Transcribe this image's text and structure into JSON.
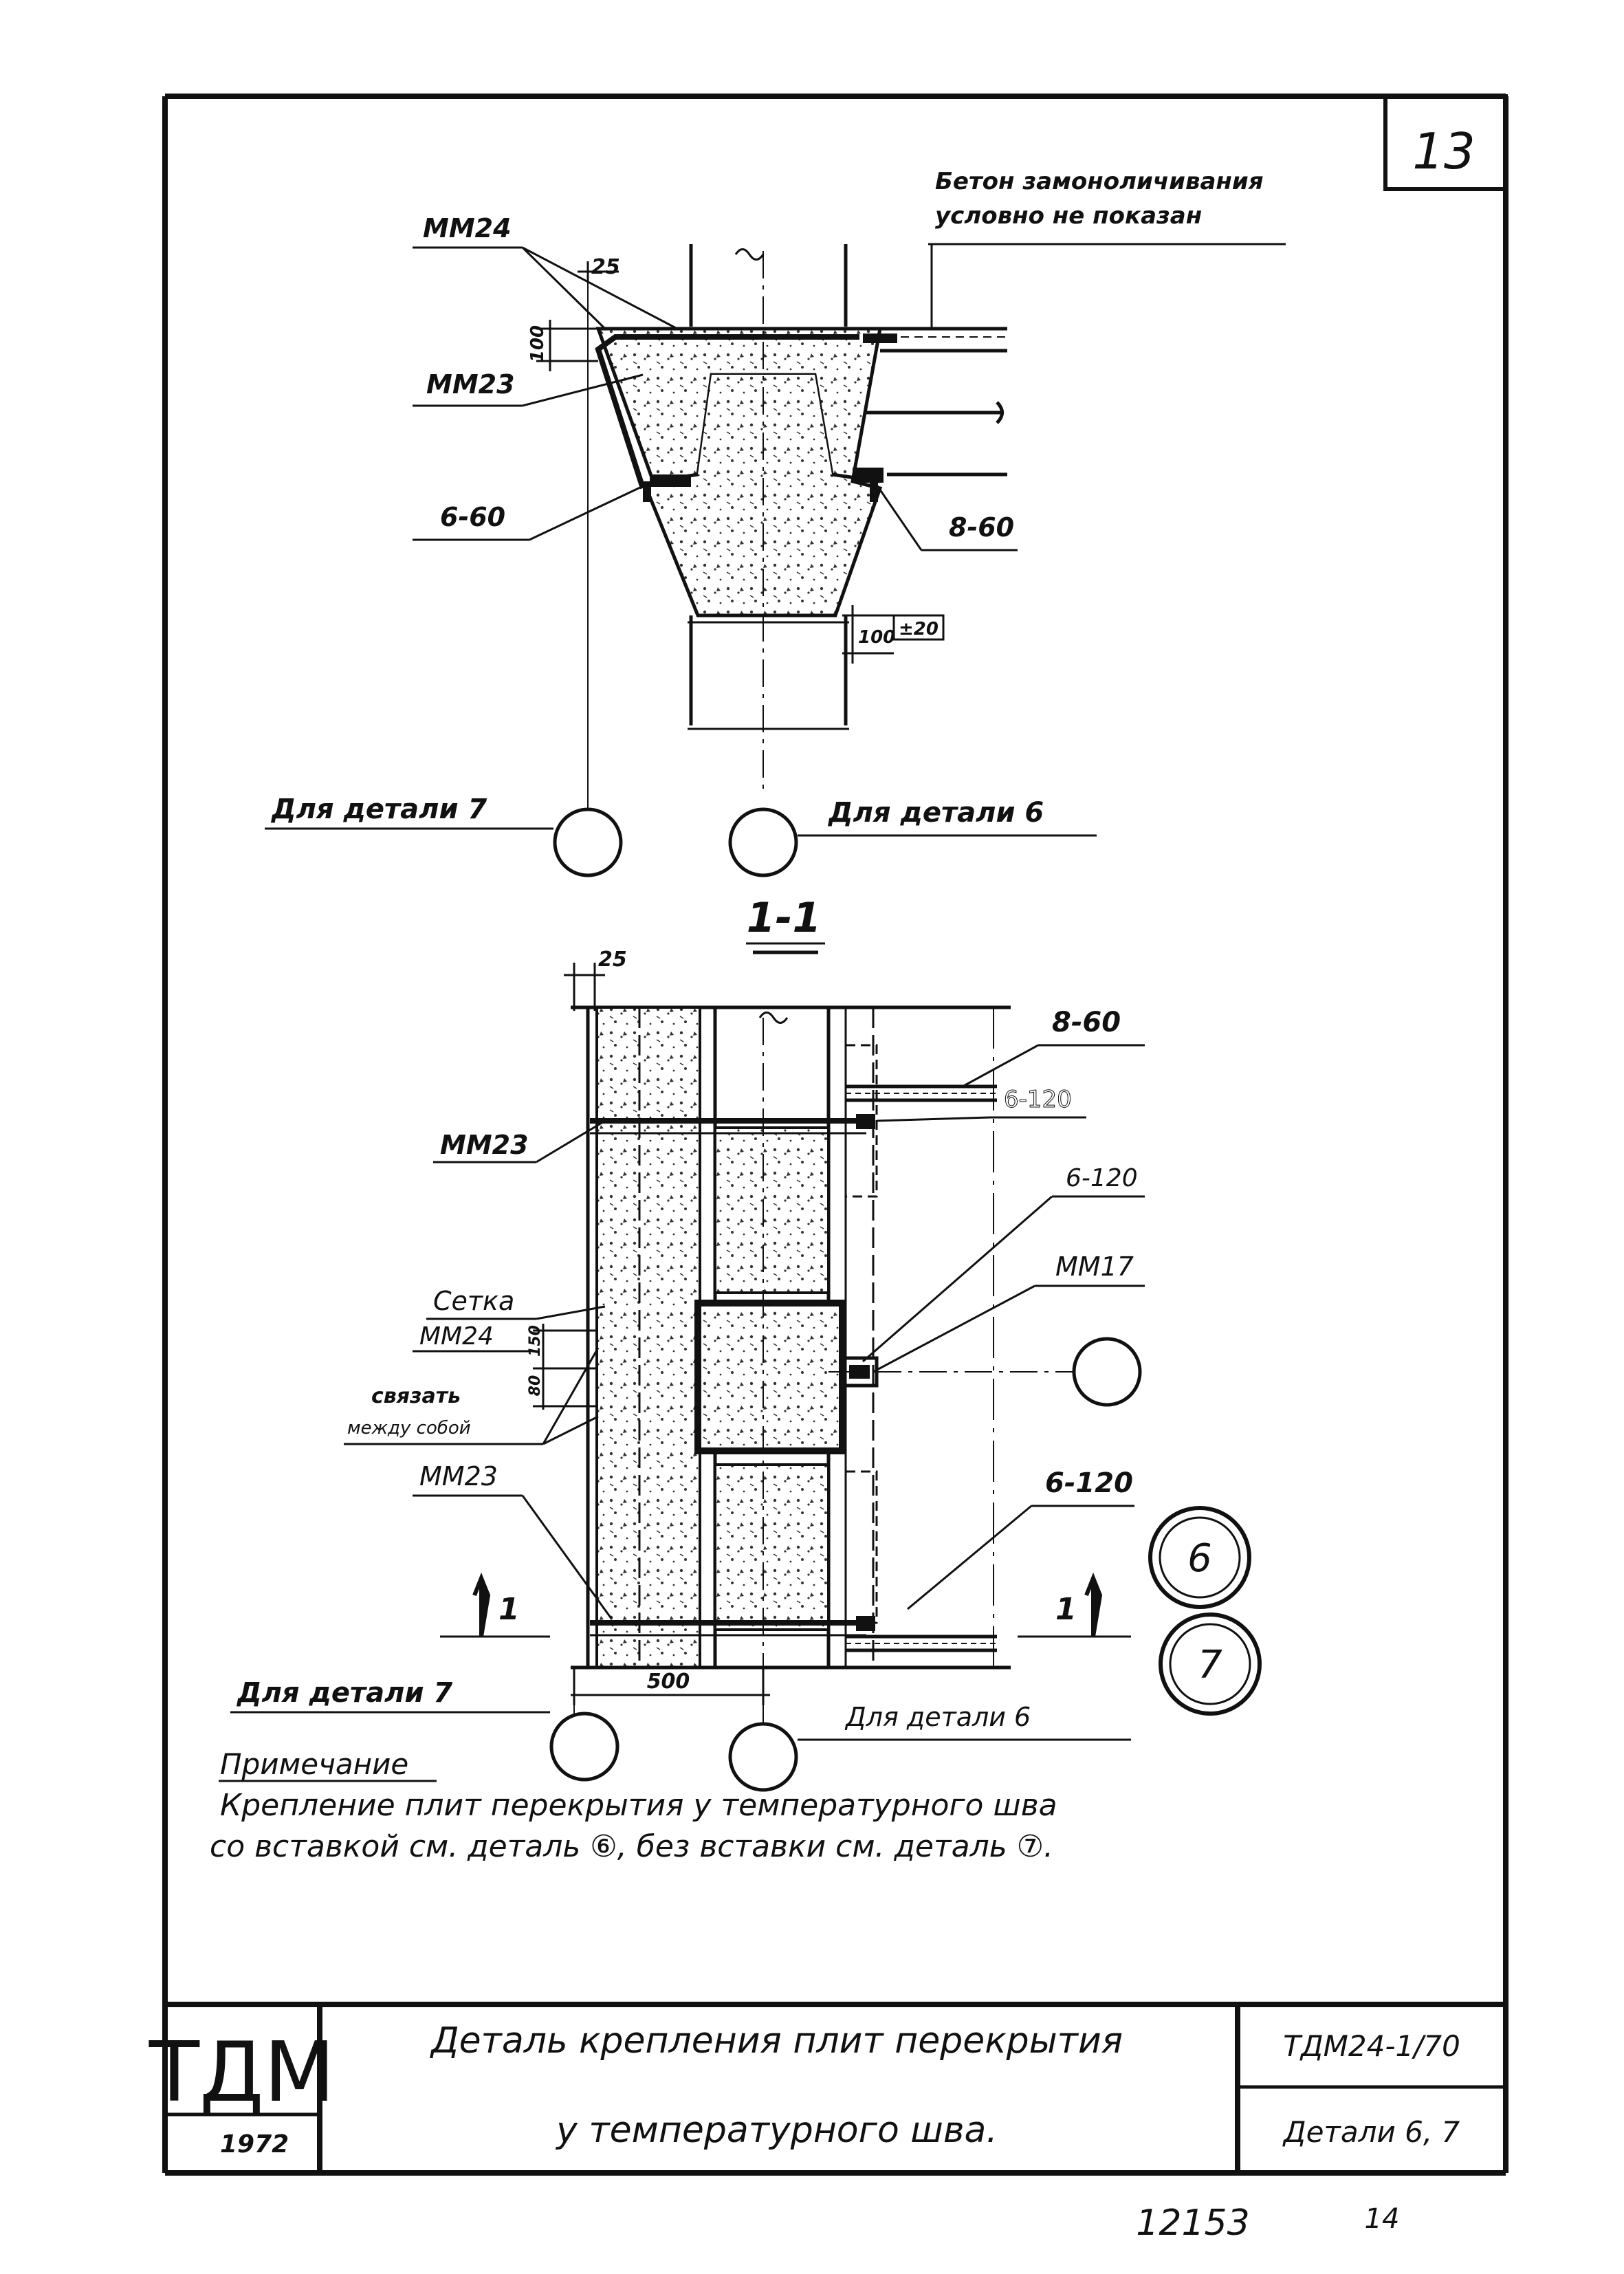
{
  "sheet": {
    "sheet_number": "13",
    "bottom_numbers": [
      "12153",
      "14"
    ]
  },
  "top_section": {
    "note_line1": "Бетон замоноличивания",
    "note_line2": "условно не показан",
    "labels": {
      "mm24": "ММ24",
      "mm23": "ММ23",
      "w660_left": "6-60",
      "w860_right": "8-60",
      "dim_25": "25",
      "dim_100_left": "100",
      "dim_100_right": "100",
      "dim_pm20": "±20"
    },
    "callout_left": "Для детали 7",
    "callout_right": "Для детали 6"
  },
  "section_title": "1-1",
  "bottom_section": {
    "dim_25": "25",
    "labels": {
      "w860": "8-60",
      "w6120_a": "6-120",
      "mm23_top": "ММ23",
      "w6120_b": "6-120",
      "mm17": "ММ17",
      "setka": "Сетка",
      "mm24": "ММ24",
      "dim_150": "150",
      "dim_80": "80",
      "svyazat": "связать",
      "mezhdu_soboi": "между собой",
      "mm23_bottom": "ММ23",
      "w6120_c": "6-120",
      "section_mark": "1",
      "dim_500": "500"
    },
    "callout_left": "Для детали 7",
    "callout_right": "Для детали 6",
    "detail_6": "6",
    "detail_7": "7"
  },
  "note": {
    "heading": "Примечание",
    "line1": "Крепление плит  перекрытия  у температурного  шва",
    "line2": "со вставкой см. деталь ⑥, без вставки см. деталь ⑦."
  },
  "title_block": {
    "logo": "ТДМ",
    "year": "1972",
    "title_line1": "Деталь крепления плит перекрытия",
    "title_line2": "у температурного шва.",
    "code": "ТДМ24-1/70",
    "sheet_name": "Детали 6, 7"
  }
}
